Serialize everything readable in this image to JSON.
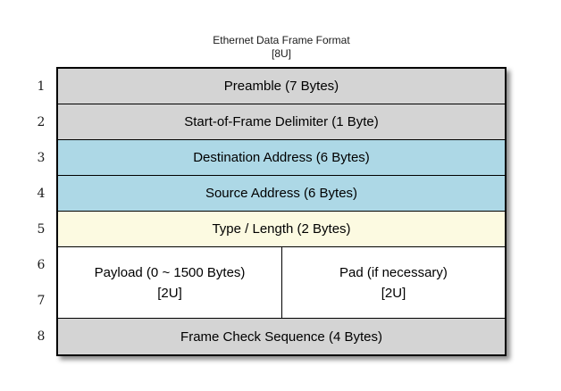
{
  "title": {
    "line1": "Ethernet Data Frame Format",
    "line2": "[8U]"
  },
  "row_numbers": [
    "1",
    "2",
    "3",
    "4",
    "5",
    "6",
    "7",
    "8"
  ],
  "fields": [
    {
      "label": "Preamble (7 Bytes)",
      "bg": "#d4d4d4"
    },
    {
      "label": "Start-of-Frame Delimiter (1 Byte)",
      "bg": "#d4d4d4"
    },
    {
      "label": "Destination Address (6 Bytes)",
      "bg": "#add8e6"
    },
    {
      "label": "Source Address (6 Bytes)",
      "bg": "#add8e6"
    },
    {
      "label": "Type / Length (2 Bytes)",
      "bg": "#fcfae1"
    },
    {
      "label": "Frame Check Sequence (4 Bytes)",
      "bg": "#d4d4d4"
    }
  ],
  "payload_pad_row": {
    "payload": {
      "line1": "Payload (0 ~ 1500 Bytes)",
      "line2": "[2U]",
      "bg": "#ffffff"
    },
    "pad": {
      "line1": "Pad (if necessary)",
      "line2": "[2U]",
      "bg": "#ffffff"
    }
  },
  "colors": {
    "background": "#ffffff",
    "border": "#000000",
    "field_gray": "#d4d4d4",
    "field_blue": "#add8e6",
    "field_cream": "#fcfae1",
    "field_white": "#ffffff"
  }
}
